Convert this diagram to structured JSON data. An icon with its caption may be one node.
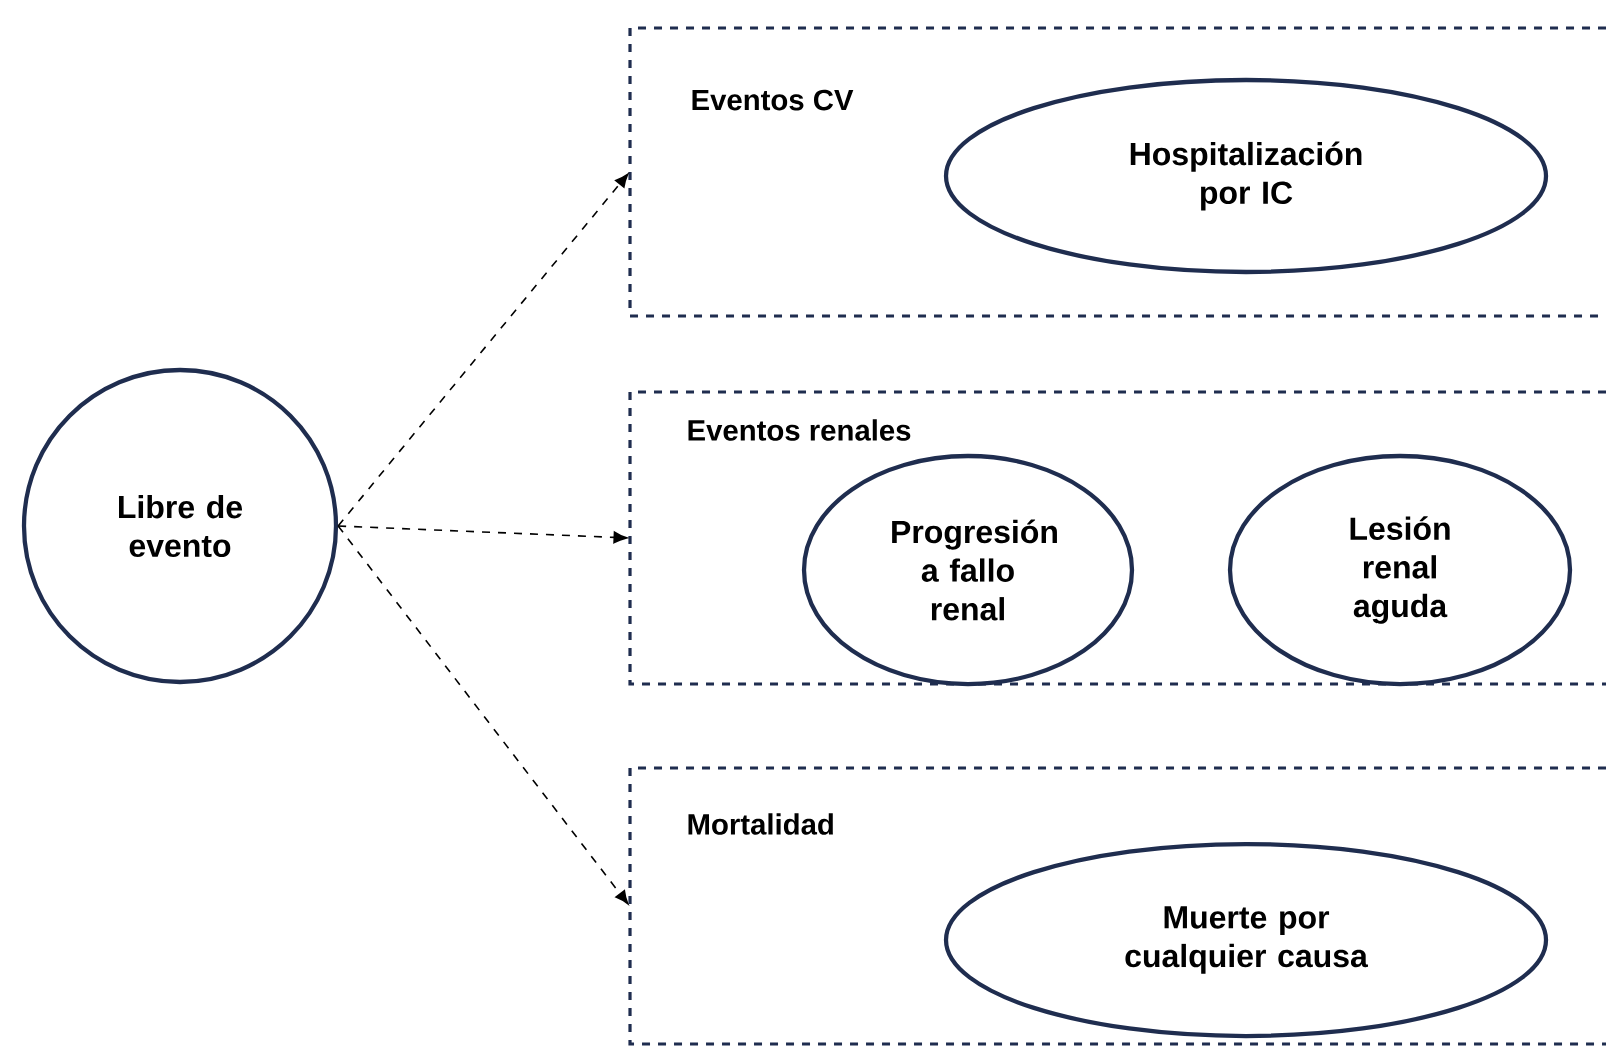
{
  "diagram": {
    "nodes": [
      {
        "text": [
          "Libre de evento"
        ]
      },
      {
        "text": [
          "Eventos CV"
        ]
      },
      {
        "text": [
          "Hospitalización por IC"
        ],
        "in": 1
      },
      {
        "text": [
          "Eventos renales"
        ]
      },
      {
        "text": [
          "Progresión a fallo renal"
        ],
        "in": 3
      },
      {
        "text": [
          "Lesión renal aguda"
        ],
        "in": 3
      },
      {
        "text": [
          "Mortalidad"
        ]
      },
      {
        "text": [
          "Muerte por cualquier causa"
        ],
        "in": 6
      }
    ],
    "edges": [
      {
        "from": 0,
        "to": 1,
        "arrow": "to",
        "style": "dashed"
      },
      {
        "from": 0,
        "to": 3,
        "arrow": "to",
        "style": "dashed"
      },
      {
        "from": 0,
        "to": 6,
        "arrow": "to",
        "style": "dashed"
      }
    ]
  }
}
